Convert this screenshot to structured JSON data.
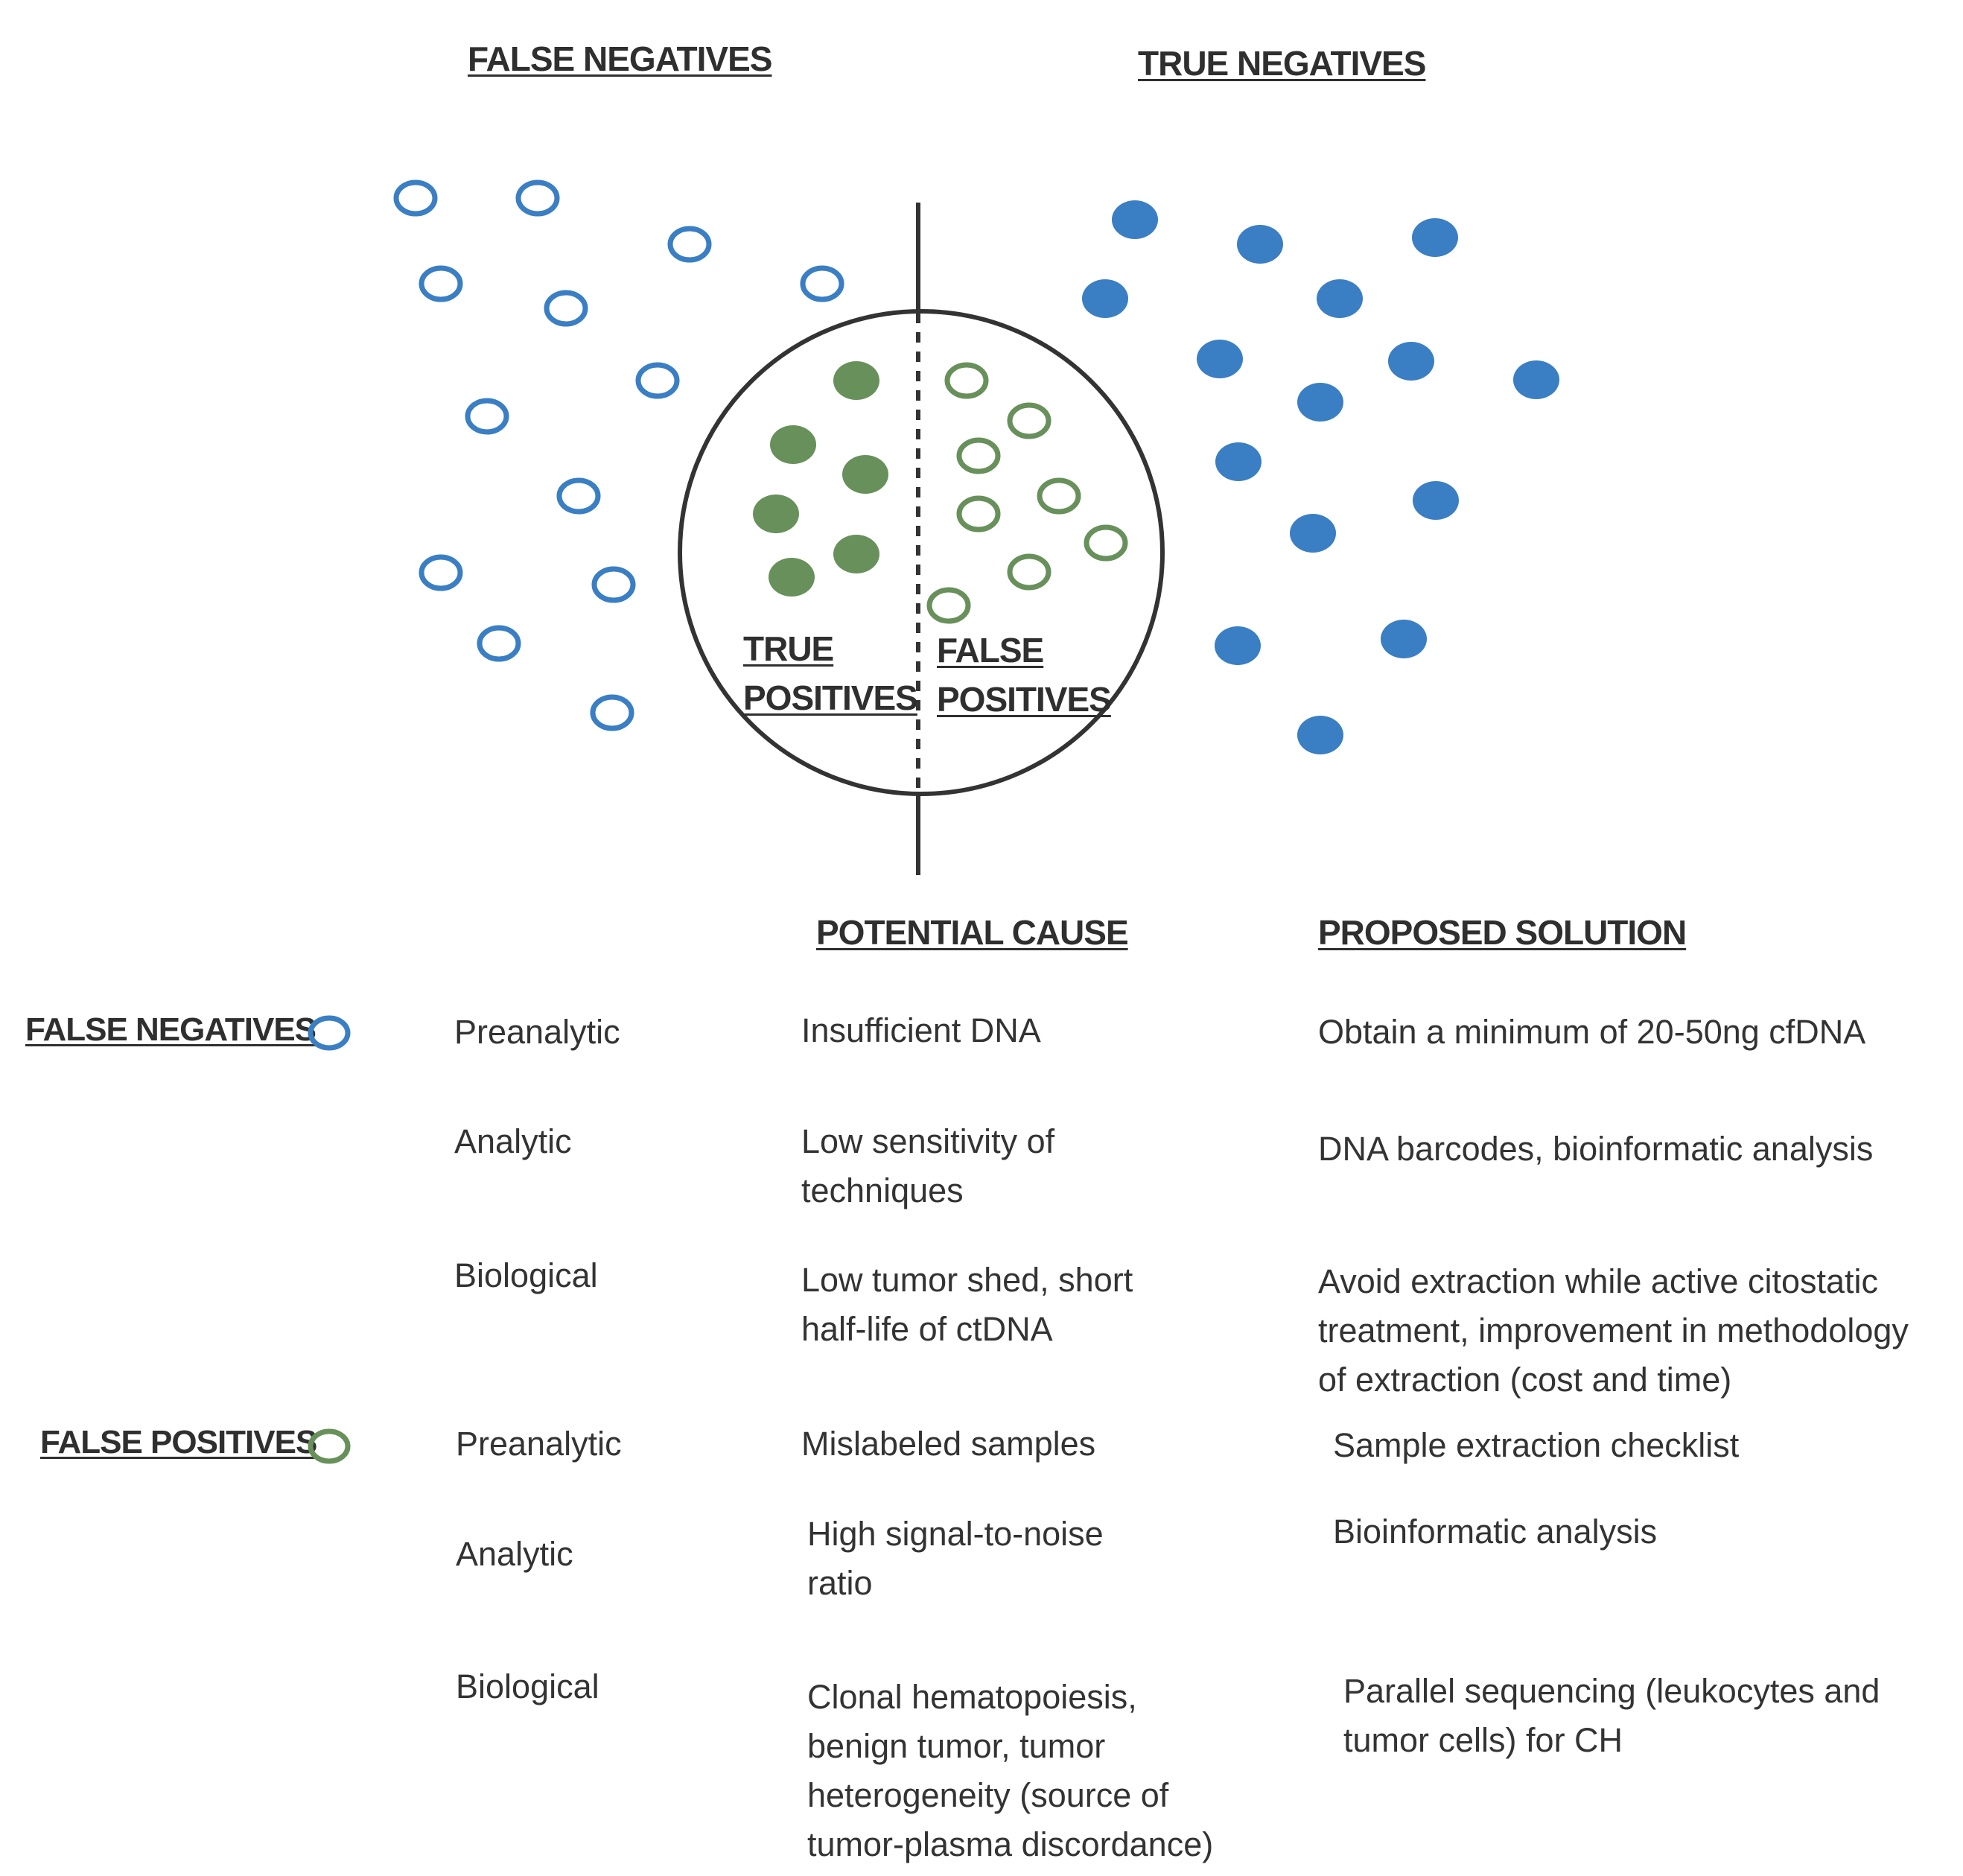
{
  "diagram": {
    "labels": {
      "false_negatives": "FALSE NEGATIVES",
      "true_negatives": "TRUE NEGATIVES",
      "true_positives_l1": "TRUE",
      "true_positives_l2": "POSITIVES",
      "false_positives_l1": "FALSE",
      "false_positives_l2": "POSITIVES"
    },
    "colors": {
      "blue": "#3a7ec4",
      "green": "#68905b",
      "line": "#333333"
    }
  },
  "table": {
    "headers": {
      "potential_cause": "POTENTIAL CAUSE",
      "proposed_solution": "PROPOSED SOLUTION"
    },
    "groups": [
      {
        "label": "FALSE NEGATIVES",
        "icon": "blue-open-circle",
        "rows": [
          {
            "type": "Preanalytic",
            "cause": "Insufficient DNA",
            "solution": "Obtain a minimum of 20-50ng cfDNA"
          },
          {
            "type": "Analytic",
            "cause": "Low sensitivity of\ntechniques",
            "solution": "DNA barcodes, bioinformatic analysis"
          },
          {
            "type": "Biological",
            "cause": "Low tumor shed, short\nhalf-life of ctDNA",
            "solution": "Avoid extraction while active citostatic\ntreatment, improvement in methodology\nof extraction (cost and time)"
          }
        ]
      },
      {
        "label": "FALSE POSITIVES",
        "icon": "green-open-circle",
        "rows": [
          {
            "type": "Preanalytic",
            "cause": "Mislabeled samples",
            "solution": "Sample extraction checklist"
          },
          {
            "type": "Analytic",
            "cause": "High signal-to-noise\nratio",
            "solution": "Bioinformatic analysis"
          },
          {
            "type": "Biological",
            "cause": "Clonal hematopoiesis,\nbenign tumor, tumor\nheterogeneity (source of\ntumor-plasma discordance)",
            "solution": "Parallel sequencing (leukocytes and\ntumor cells) for CH"
          }
        ]
      }
    ]
  }
}
